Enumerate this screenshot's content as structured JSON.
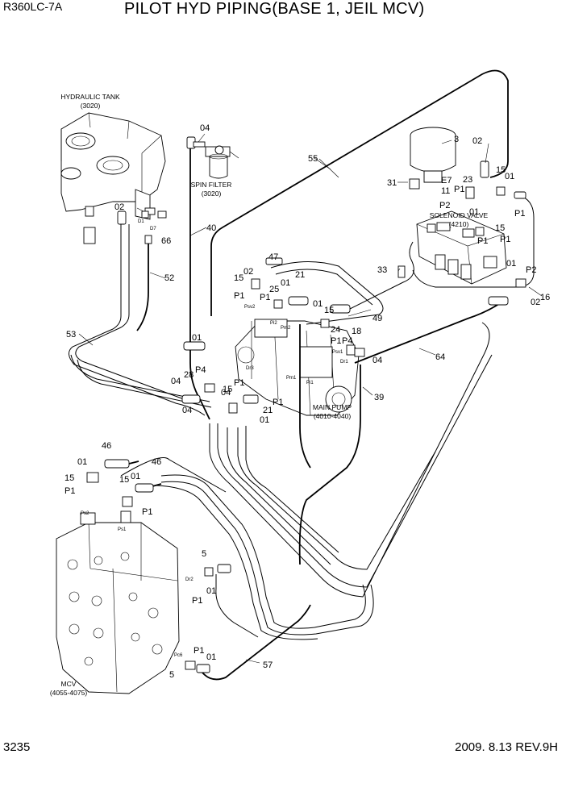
{
  "header": {
    "model": "R360LC-7A",
    "title": "PILOT HYD PIPING(BASE 1, JEIL MCV)"
  },
  "footer": {
    "page_number": "3235",
    "revision": "2009. 8.13  REV.9H"
  },
  "components": {
    "hydraulic_tank": {
      "name": "HYDRAULIC TANK",
      "ref": "(3020)"
    },
    "spin_filter": {
      "name": "SPIN FILTER",
      "ref": "(3020)"
    },
    "solenoid_valve": {
      "name": "SOLENOID VALVE",
      "ref": "(4210)"
    },
    "main_pump": {
      "name": "MAIN PUMP",
      "ref": "(4010-4040)"
    },
    "mcv": {
      "name": "MCV",
      "ref": "(4055-4075)"
    }
  },
  "port_labels": [
    "D1",
    "D7",
    "Psv2",
    "Pi2",
    "Pm2",
    "Dr3",
    "Pm1",
    "Pi1",
    "Psv1",
    "Dr1",
    "Ps2",
    "Ps1",
    "Dr2",
    "Pc6"
  ],
  "callouts": [
    "04",
    "04",
    "04",
    "04",
    "04",
    "02",
    "02",
    "02",
    "02",
    "01",
    "01",
    "01",
    "01",
    "01",
    "01",
    "01",
    "01",
    "01",
    "01",
    "01",
    "15",
    "15",
    "15",
    "15",
    "15",
    "15",
    "15",
    "P1",
    "P1",
    "P1",
    "P1",
    "P1",
    "P1",
    "P1",
    "P1",
    "P1",
    "P1",
    "P1",
    "P1",
    "P1",
    "P2",
    "P2",
    "P4",
    "P4",
    "3",
    "E7",
    "11",
    "23",
    "31",
    "33",
    "55",
    "40",
    "66",
    "52",
    "53",
    "47",
    "21",
    "21",
    "25",
    "24",
    "18",
    "28",
    "49",
    "64",
    "39",
    "16",
    "46",
    "46",
    "5",
    "5",
    "57"
  ]
}
